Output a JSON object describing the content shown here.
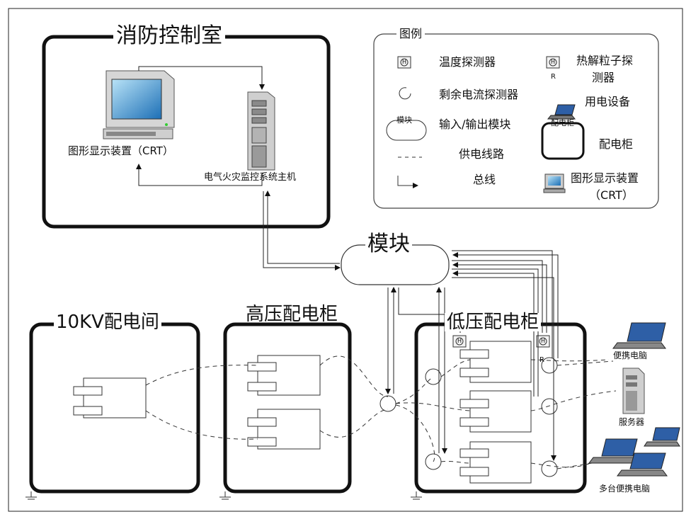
{
  "rooms": {
    "control_room": "消防控制室",
    "room_10kv": "10KV配电间",
    "hv_cabinet": "高压配电柜",
    "lv_cabinet": "低压配电柜"
  },
  "module_label": "模块",
  "control_room": {
    "crt_label": "图形显示装置（CRT）",
    "host_label": "电气火灾监控系统主机"
  },
  "legend": {
    "title": "图例",
    "items": {
      "temperature": "温度探测器",
      "pyrolysis_line1": "热解粒子探",
      "pyrolysis_line2": "测器",
      "residual_current": "剩余电流探测器",
      "power_equipment": "用电设备",
      "io_module": "输入/输出模块",
      "dist_cabinet": "配电柜",
      "supply_line": "供电线路",
      "bus": "总线",
      "crt_line1": "图形显示装置",
      "crt_line2": "（CRT）"
    },
    "symbol_texts": {
      "h": "H",
      "r": "R",
      "module": "模块",
      "cabinet": "配电柜"
    }
  },
  "devices": {
    "laptop": "便携电脑",
    "server": "服务器",
    "multi_laptops": "多台便携电脑"
  }
}
